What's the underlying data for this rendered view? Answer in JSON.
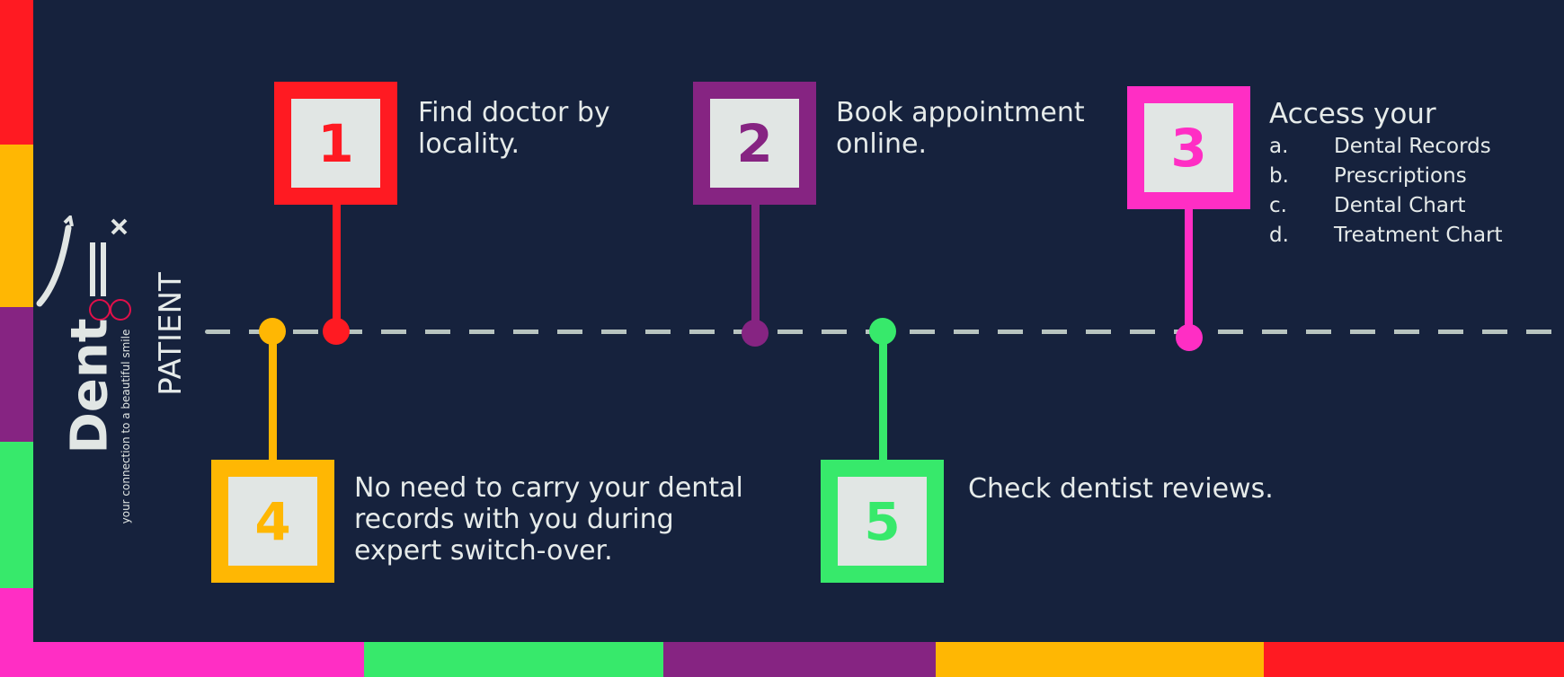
{
  "brand": {
    "name": "Dent",
    "tagline": "your connection to a beautiful smile",
    "logo_mark": "Tx",
    "section": "PATIENT"
  },
  "colors": {
    "background": "#16223d",
    "red": "#ff1a22",
    "yellow": "#ffb703",
    "purple": "#862482",
    "green": "#37e96b",
    "pink": "#ff2ec4",
    "dash": "#b8c4c0"
  },
  "steps": [
    {
      "number": "1",
      "text": "Find doctor by locality.",
      "color": "#ff1a22"
    },
    {
      "number": "2",
      "text": "Book appointment online.",
      "color": "#862482"
    },
    {
      "number": "3",
      "text": "Access your",
      "color": "#ff2ec4",
      "items": [
        {
          "letter": "a.",
          "label": "Dental Records"
        },
        {
          "letter": "b.",
          "label": "Prescriptions"
        },
        {
          "letter": "c.",
          "label": "Dental Chart"
        },
        {
          "letter": "d.",
          "label": "Treatment Chart"
        }
      ]
    },
    {
      "number": "4",
      "text": "No need to carry your dental records with you during expert switch-over.",
      "color": "#ffb703"
    },
    {
      "number": "5",
      "text": "Check dentist reviews.",
      "color": "#37e96b"
    }
  ]
}
